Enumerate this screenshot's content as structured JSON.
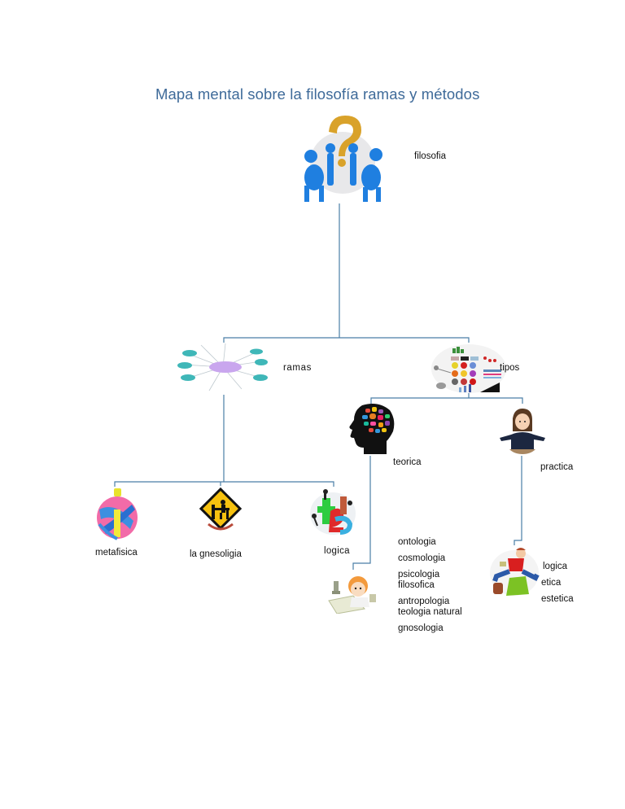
{
  "title": "Mapa mental sobre la filosofía ramas y métodos",
  "colors": {
    "title": "#3e6a99",
    "connector": "#4a7ea6"
  },
  "nodes": {
    "root": {
      "label": "filosofia",
      "icon": "people-question-mark-icon"
    },
    "ramas": {
      "label": "ramas",
      "icon": "mind-map-icon"
    },
    "tipos": {
      "label": "tipos",
      "icon": "charts-collage-icon"
    },
    "teorica": {
      "label": "teorica",
      "icon": "brain-head-icon"
    },
    "practica": {
      "label": "practica",
      "icon": "girl-shrugging-icon"
    },
    "metafisica": {
      "label": "metafisica",
      "icon": "yarn-ball-icon"
    },
    "gnesoligia": {
      "label": "la gnesoligia",
      "icon": "study-sign-icon"
    },
    "logica": {
      "label": "logica",
      "icon": "math-figures-icon"
    },
    "teorica_list": {
      "icon": "girl-studying-icon",
      "items": [
        "ontologia",
        "cosmologia",
        "psicologia\nfilosofica",
        "antropologia\nteologia natural",
        "gnosologia"
      ]
    },
    "practica_list": {
      "icon": "boy-jumping-icon",
      "items": [
        "logica",
        "etica",
        "estetica"
      ]
    }
  }
}
